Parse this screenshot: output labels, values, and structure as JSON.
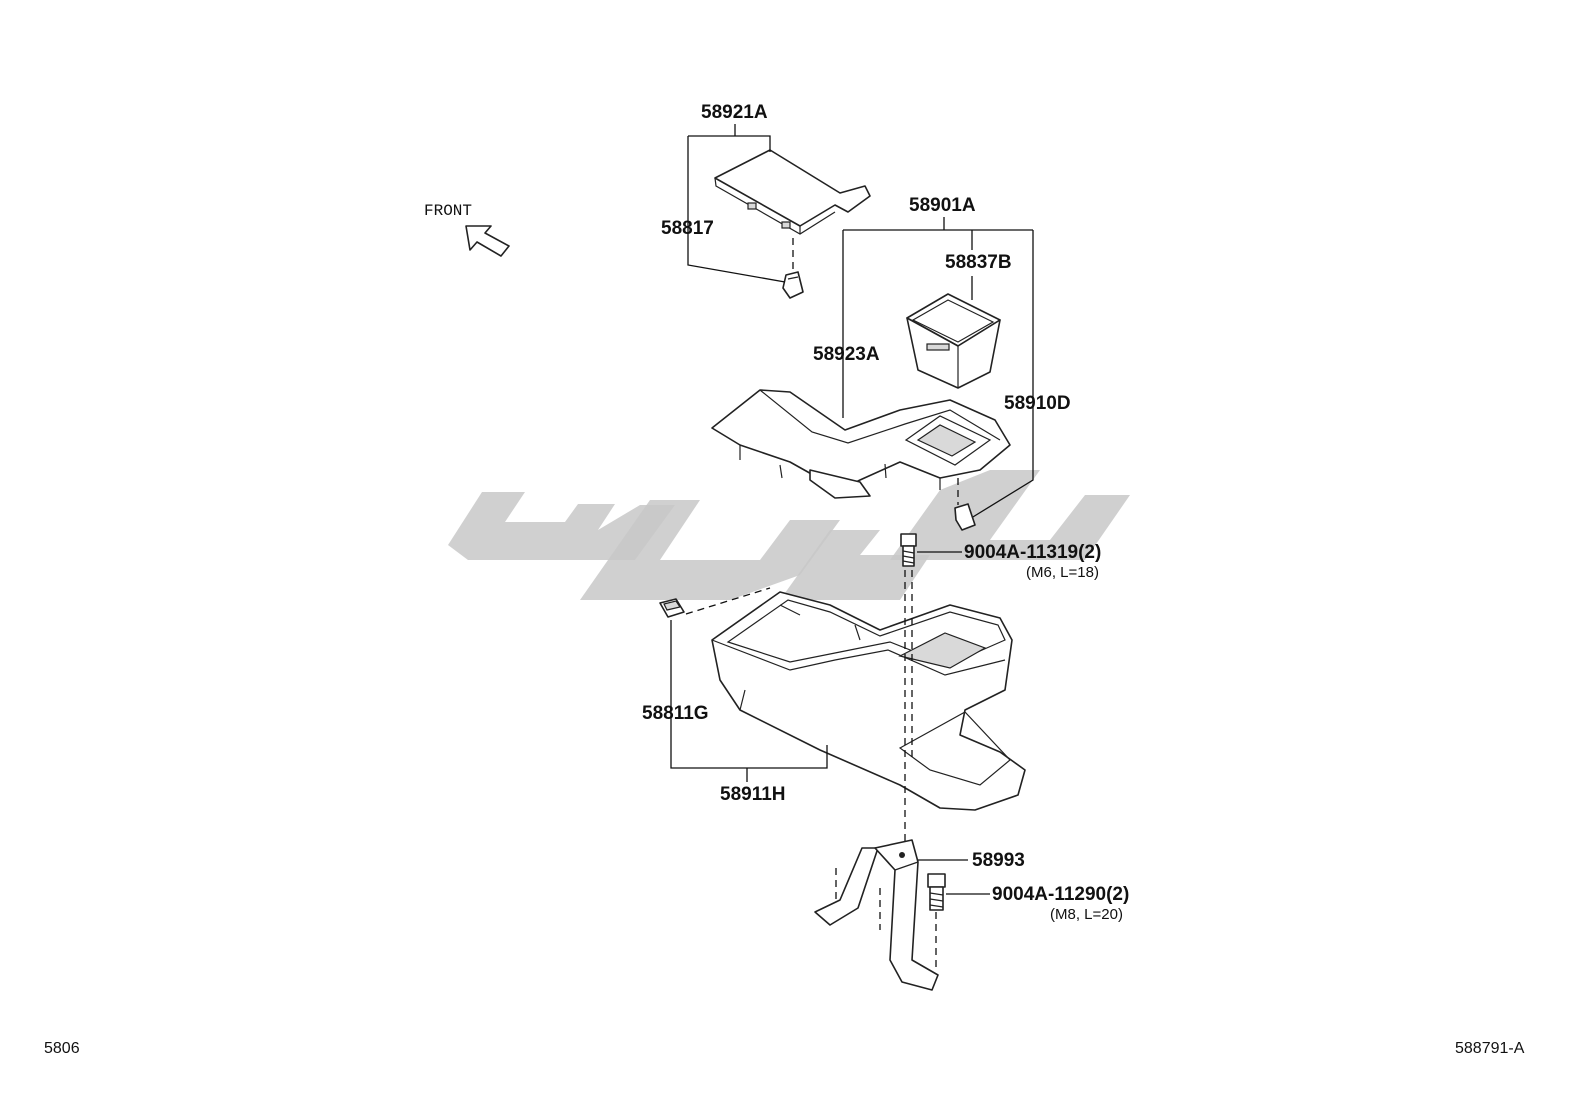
{
  "labels": {
    "p58921A": "58921A",
    "p58817": "58817",
    "p58901A": "58901A",
    "p58837B": "58837B",
    "p58923A": "58923A",
    "p58910D": "58910D",
    "bolt1": "9004A-11319(2)",
    "bolt1_spec": "(M6, L=18)",
    "p58811G": "58811G",
    "p58911H": "58911H",
    "p58993": "58993",
    "bolt2": "9004A-11290(2)",
    "bolt2_spec": "(M8, L=20)",
    "front": "FRONT"
  },
  "corner": {
    "left": "5806",
    "right": "588791-A"
  },
  "colors": {
    "line": "#111111",
    "watermark": "#c8c8c8",
    "background": "#ffffff"
  },
  "icons": {
    "front_arrow": "front-arrow-icon"
  }
}
